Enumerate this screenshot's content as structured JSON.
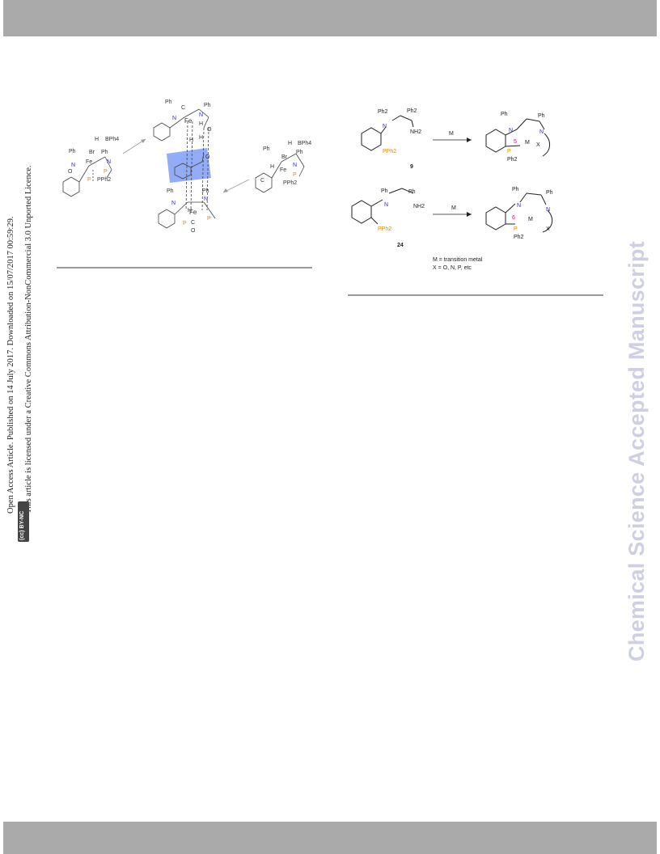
{
  "header": {},
  "side_note": {
    "line1": "Open Access Article. Published on 14 July 2017. Downloaded on 15/07/2017 00:59:29.",
    "line2": "This article is licensed under a Creative Commons Attribution-NonCommercial 3.0 Unported Licence.",
    "badge": "(cc) BY-NC"
  },
  "watermark": "Chemical Science Accepted Manuscript",
  "scheme_left": {
    "labels": {
      "ph": "Ph",
      "fe": "Fe",
      "n": "N",
      "h": "H",
      "o": "O",
      "c": "C",
      "p": "P",
      "pph2": "PPh2",
      "br": "Br",
      "bph4": "BPh4"
    }
  },
  "scheme_right": {
    "compound_top": "9",
    "compound_bottom": "24",
    "arrow_label": "M",
    "ring5": "5",
    "ring6": "6",
    "m": "M",
    "x": "X",
    "nh2": "NH2",
    "ph2": "Ph2",
    "pph2": "PPh2",
    "legend1": "M = transition metal",
    "legend2": "X = O, N, P, etc"
  },
  "colors": {
    "band": "#aaaaaa",
    "nitrogen": "#2b2bd1",
    "phosphorus": "#e08a00",
    "ring_label": "#cc1177",
    "highlight": "#7f9df5",
    "watermark": "#cfcfe3"
  }
}
